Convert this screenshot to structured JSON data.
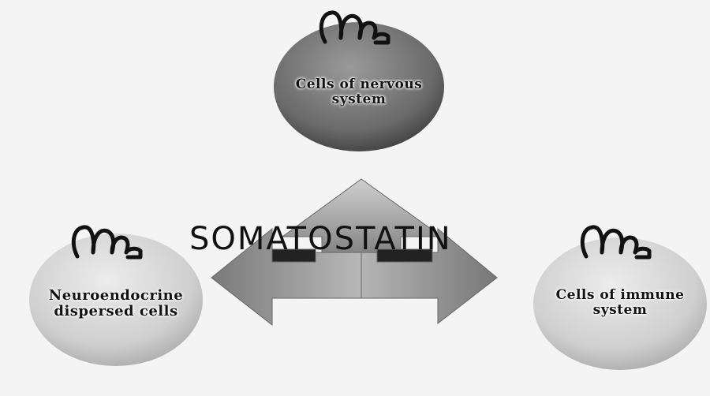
{
  "title": "SOMATOSTATIN",
  "cells": {
    "nervous": {
      "line1": "Cells of nervous",
      "line2": "system"
    },
    "neuroendocrine": {
      "line1": "Neuroendocrine",
      "line2": "dispersed cells"
    },
    "immune": {
      "line1": "Cells of immune",
      "line2": "system"
    }
  },
  "receptor_icon": "receptor-icon",
  "colors": {
    "nervous_cell": "#6a6a6a",
    "peripheral_cell": "#c8c8c8",
    "arrow": "#9a9a9a"
  }
}
